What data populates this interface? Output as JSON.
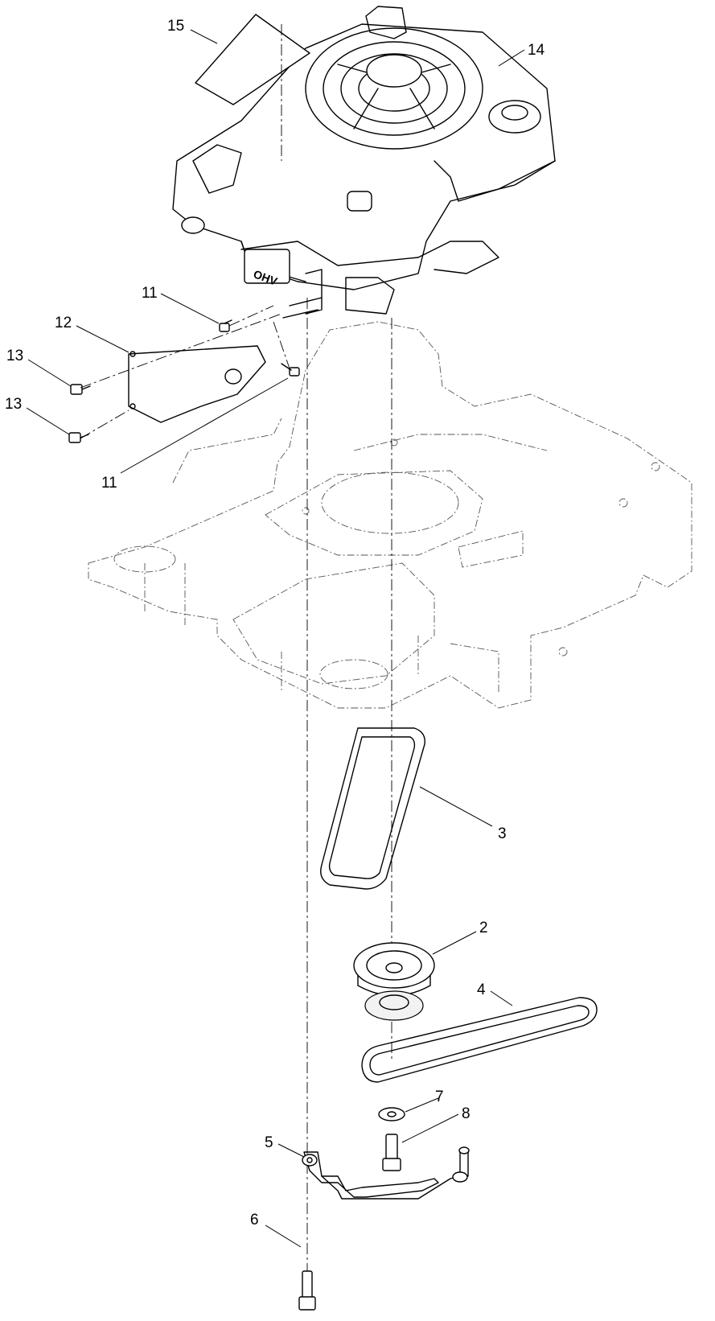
{
  "diagram": {
    "callouts": [
      {
        "id": "c15",
        "label": "15"
      },
      {
        "id": "c14",
        "label": "14"
      },
      {
        "id": "c11a",
        "label": "11"
      },
      {
        "id": "c12",
        "label": "12"
      },
      {
        "id": "c13a",
        "label": "13"
      },
      {
        "id": "c13b",
        "label": "13"
      },
      {
        "id": "c11b",
        "label": "11"
      },
      {
        "id": "c3",
        "label": "3"
      },
      {
        "id": "c2",
        "label": "2"
      },
      {
        "id": "c4",
        "label": "4"
      },
      {
        "id": "c7",
        "label": "7"
      },
      {
        "id": "c8",
        "label": "8"
      },
      {
        "id": "c5",
        "label": "5"
      },
      {
        "id": "c6",
        "label": "6"
      }
    ],
    "engine_badge": "OHV"
  }
}
